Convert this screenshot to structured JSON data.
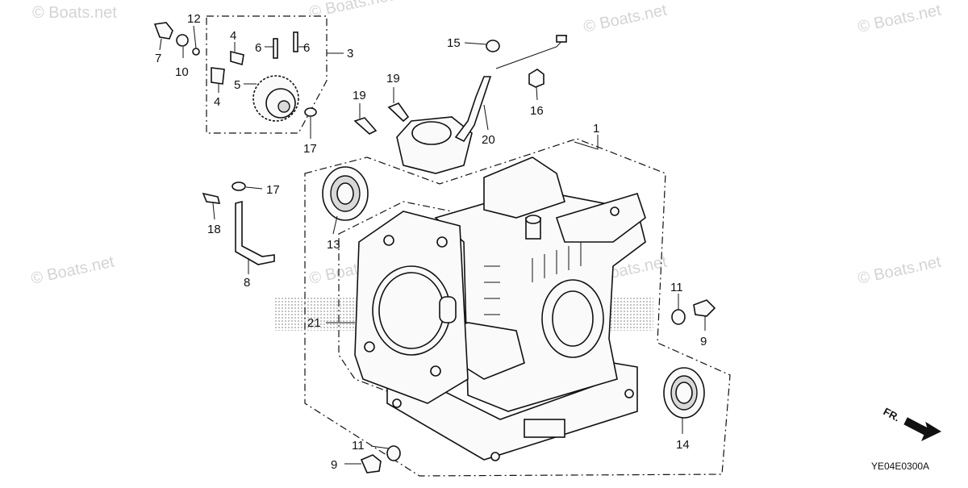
{
  "watermark": "© Boats.net",
  "diagram_code": "YE04E0300A",
  "front_indicator": "FR.",
  "callouts": [
    "1",
    "3",
    "4",
    "4",
    "5",
    "6",
    "6",
    "7",
    "8",
    "9",
    "9",
    "10",
    "11",
    "11",
    "12",
    "13",
    "14",
    "15",
    "16",
    "17",
    "17",
    "18",
    "19",
    "19",
    "20",
    "21"
  ],
  "colors": {
    "line": "#111111",
    "watermark": "#d4d4d4",
    "halftone": "#8c8c8c"
  }
}
